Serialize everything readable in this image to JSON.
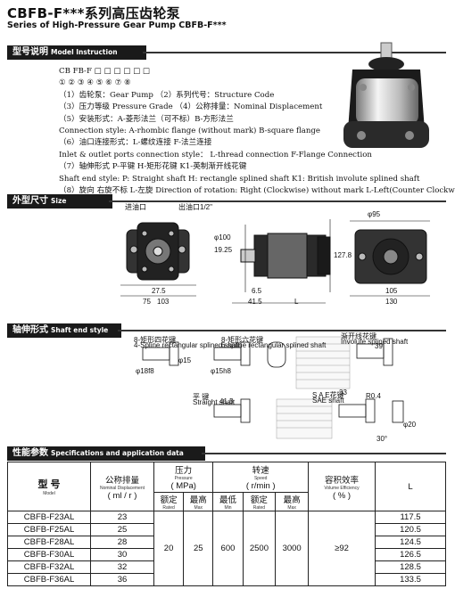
{
  "header": {
    "title_cn": "CBFB-F***系列高压齿轮泵",
    "title_en": "Series of High-Pressure Gear Pump CBFB-F***"
  },
  "section_model": {
    "cn": "型号说明",
    "en": "Model Instruction"
  },
  "model_code": {
    "line1": "CB  FB-F  □  □  □  □  □  □",
    "line2": "①  ②  ③  ④  ⑤  ⑥  ⑦  ⑧",
    "lines": [
      "（1）齿轮泵：Gear Pump （2）系列代号：Structure Code",
      "（3）压力等级 Pressure Grade （4）公称排量：Nominal Displacement",
      "（5）安装形式：A-菱形法兰（可不标）B-方形法兰",
      "Connection style: A-rhombic flange (without mark) B-square flange",
      "（6）油口连接形式：L-螺纹连接 F-法兰连接",
      "Inlet & outlet ports connection style： L-thread connection   F-Flange Connection",
      "（7）轴伸形式 P-平键  H-矩形花键  K1-英制渐开线花键",
      "Shaft end style:  P: Straight shaft  H: rectangle splined shaft  K1: British involute splined shaft",
      "（8）旋向 右旋不标 L-左旋 Direction of rotation: Right (Clockwise) without mark  L-Left(Counter Clockwise)"
    ]
  },
  "section_dims": {
    "cn": "外型尺寸",
    "en": "Size"
  },
  "dims_labels": {
    "inlet": "进油口",
    "outlet": "出油口1/2\"",
    "d1": "27.5",
    "d2": "75",
    "d3": "103",
    "d4": "6.5",
    "d5": "41.5",
    "d6": "L",
    "d7": "φ95",
    "d8": "105",
    "d9": "130",
    "d10": "φ100",
    "d11": "19.25",
    "d12": "127.8"
  },
  "section_shaft": {
    "cn": "轴伸形式",
    "en": "Shaft end style"
  },
  "shaft_labels": {
    "rect_cn": "8-矩形四花键",
    "rect_en": "4-Spline rectangular splined shaft",
    "rect6_cn": "8-矩形六花键",
    "rect6_en": "6-spline rectangular splined shaft",
    "inv_cn": "渐开线花键",
    "inv_en": "Involute splined shaft",
    "flat_cn": "平  键",
    "flat_en": "Straight shaft",
    "sae_cn": "S A E花键",
    "sae_en": "SAE shaft",
    "l1": "φ18f8",
    "l2": "φ15",
    "l3": "φ15h8",
    "l4": "41.5",
    "l5": "39",
    "l6": "33",
    "l7": "R0.4",
    "l8": "30°",
    "l9": "φ20"
  },
  "section_spec": {
    "cn": "性能参数",
    "en": "Specifications and application data"
  },
  "table": {
    "h_model": "型  号",
    "h_model_en": "Model",
    "h_disp": "公称排量",
    "h_disp_en": "Nominal Displacement",
    "h_disp_unit": "( ml / r )",
    "h_press": "压力",
    "h_press_en": "Pressure",
    "h_press_unit": "( MPa)",
    "h_speed": "转速",
    "h_speed_en": "Speed",
    "h_speed_unit": "( r/min )",
    "h_eff": "容积效率",
    "h_eff_en": "Volume Efficiency",
    "h_eff_unit": "( % )",
    "h_L": "L",
    "h_rated": "额定",
    "h_rated_en": "Rated",
    "h_max": "最高",
    "h_max_en": "Max",
    "h_min": "最低",
    "h_min_en": "Min",
    "h_rated2": "额定",
    "h_rated2_en": "Rated",
    "h_max2": "最高",
    "h_max2_en": "Max",
    "rated_pressure": "20",
    "max_pressure": "25",
    "min_speed": "600",
    "rated_speed": "2500",
    "max_speed": "3000",
    "efficiency": "≥92",
    "rows": [
      {
        "model": "CBFB-F23AL",
        "disp": "23",
        "L": "117.5"
      },
      {
        "model": "CBFB-F25AL",
        "disp": "25",
        "L": "120.5"
      },
      {
        "model": "CBFB-F28AL",
        "disp": "28",
        "L": "124.5"
      },
      {
        "model": "CBFB-F30AL",
        "disp": "30",
        "L": "126.5"
      },
      {
        "model": "CBFB-F32AL",
        "disp": "32",
        "L": "128.5"
      },
      {
        "model": "CBFB-F36AL",
        "disp": "36",
        "L": "133.5"
      }
    ]
  }
}
